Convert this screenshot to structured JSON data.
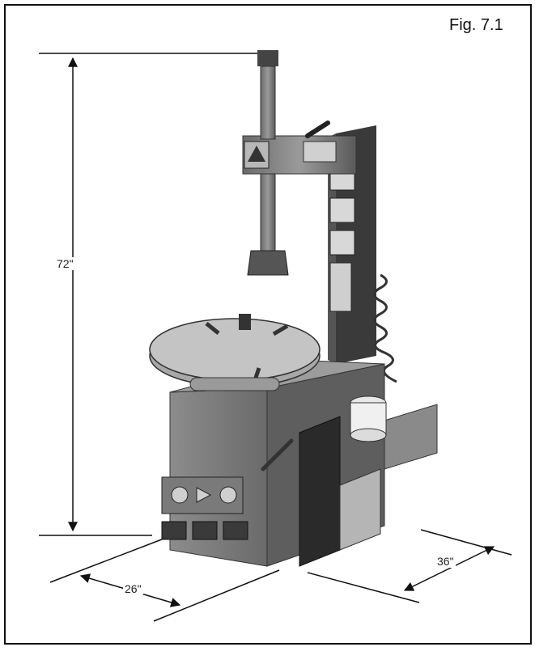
{
  "figure": {
    "label": "Fig. 7.1",
    "dimensions": {
      "height": "72\"",
      "width": "26\"",
      "depth": "36\""
    }
  }
}
